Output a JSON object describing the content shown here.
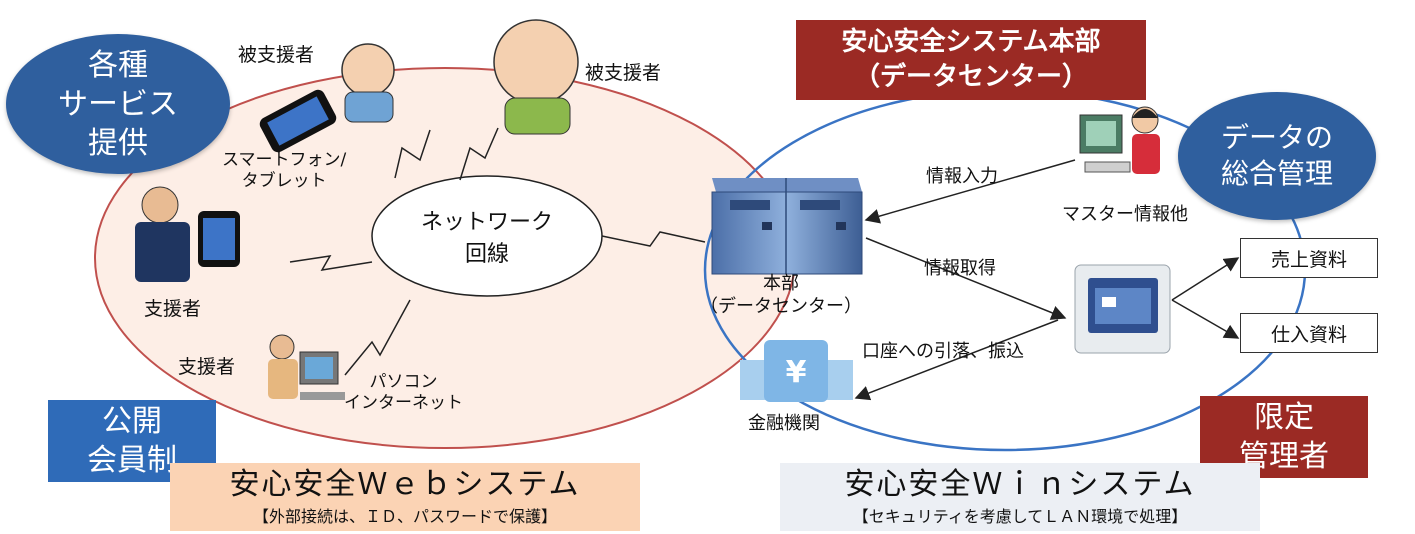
{
  "left_system": {
    "title": "安心安全Ｗｅｂシステム",
    "note": "【外部接続は、ＩＤ、パスワードで保護】",
    "service_badge": "各種\nサービス\n提供",
    "access_badge": "公開\n会員制",
    "network_label": "ネットワーク\n回線",
    "labels": {
      "supported_person_1": "被支援者",
      "supported_person_2": "被支援者",
      "smartphone": "スマートフォン/\nタブレット",
      "supporter_1": "支援者",
      "supporter_2": "支援者",
      "pc": "パソコン\nインターネット"
    }
  },
  "right_system": {
    "title": "安心安全Ｗｉｎシステム",
    "note": "【セキュリティを考慮してＬＡＮ環境で処理】",
    "hq_banner": "安心安全システム本部\n（データセンター）",
    "data_badge": "データの\n総合管理",
    "limited_badge": "限定\n管理者",
    "labels": {
      "server": "本部\n（データセンター）",
      "operator": "マスター情報他",
      "bank": "金融機関",
      "arrow_input": "情報入力",
      "arrow_fetch": "情報取得",
      "arrow_bank": "口座への引落、振込",
      "doc_sales": "売上資料",
      "doc_purchase": "仕入資料"
    }
  },
  "colors": {
    "web_ellipse_fill": "#fdeee6",
    "web_ellipse_stroke": "#c0504d",
    "win_ellipse_stroke": "#3a74c4",
    "badge_blue": "#2f5f9e",
    "badge_red": "#9b2a24",
    "web_title_bg": "#fbd3b4",
    "win_title_bg": "#eceff4"
  }
}
